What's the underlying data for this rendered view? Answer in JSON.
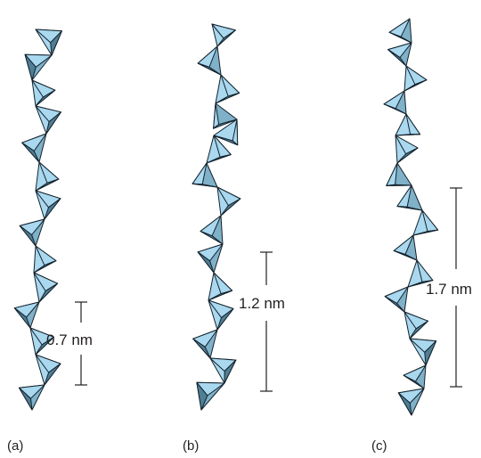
{
  "figure": {
    "chains": [
      {
        "panel_label": "(a)",
        "repeat_distance": "0.7 nm"
      },
      {
        "panel_label": "(b)",
        "repeat_distance": "1.2 nm"
      },
      {
        "panel_label": "(c)",
        "repeat_distance": "1.7 nm"
      }
    ],
    "colors": {
      "face_light": "#a9d8ef",
      "face_mid": "#7fb1c8",
      "face_dark": "#4f7e95",
      "edge": "#14222c",
      "text": "#231f20"
    }
  }
}
